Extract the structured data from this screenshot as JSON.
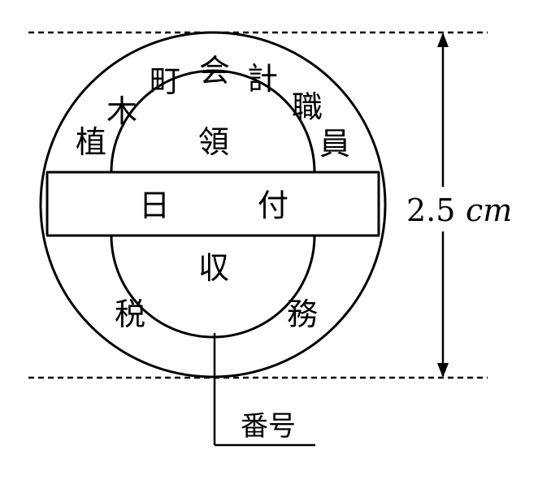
{
  "seal": {
    "outer_ring_text": [
      "植",
      "木",
      "町",
      "会",
      "計",
      "職",
      "員"
    ],
    "upper_center": "領",
    "band_left": "日",
    "band_right": "付",
    "lower_center": "収",
    "lower_left": "税",
    "lower_right": "務"
  },
  "dimension": {
    "value": "2.5",
    "unit": "cm"
  },
  "number_label": "番号",
  "colors": {
    "ink": "#000000",
    "paper": "#ffffff"
  }
}
